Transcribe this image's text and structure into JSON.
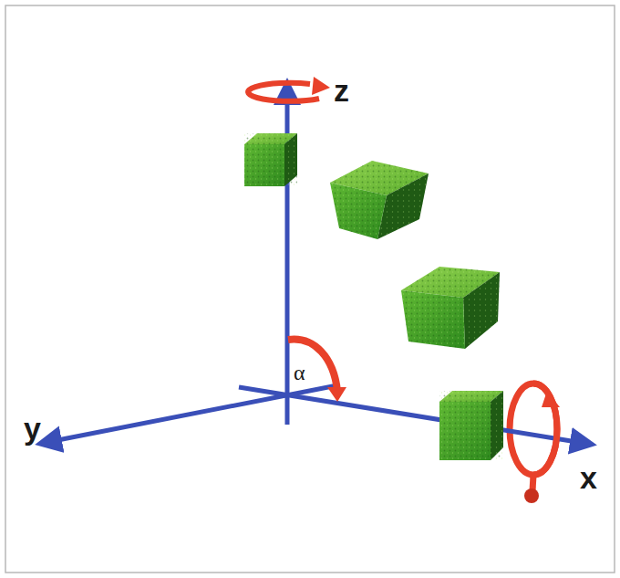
{
  "diagram": {
    "labels": [
      "z",
      "y",
      "x",
      "α"
    ]
  }
}
